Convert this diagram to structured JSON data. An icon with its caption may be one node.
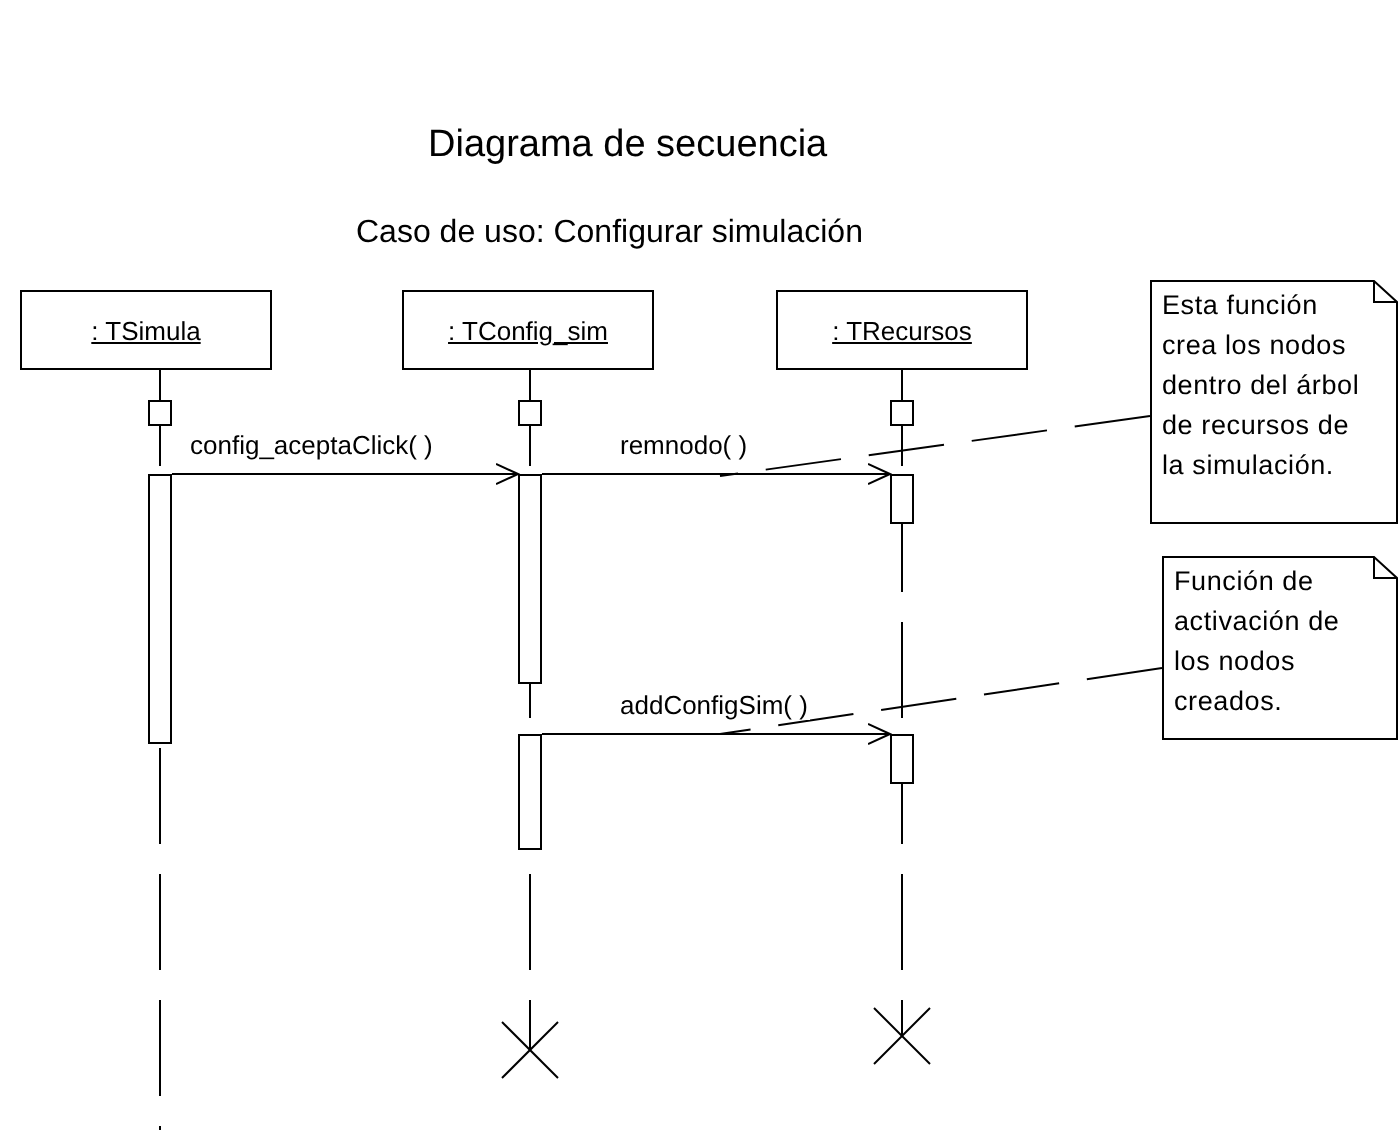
{
  "diagram": {
    "title": "Diagrama de secuencia",
    "nodes": [
      {
        "text": [
          ": TSimula"
        ]
      },
      {
        "text": [
          ": TConfig_sim"
        ]
      },
      {
        "text": [
          ": TRecursos"
        ]
      },
      {
        "text": [
          "Esta función crea los nodos dentro del árbol de recursos de la simulación."
        ]
      },
      {
        "text": [],
        "shape": "bar"
      },
      {
        "text": [],
        "shape": "bar"
      },
      {
        "text": [],
        "shape": "bar"
      },
      {
        "text": [],
        "shape": "bar"
      },
      {
        "text": [],
        "shape": "bar"
      },
      {
        "text": [],
        "shape": "bar"
      },
      {
        "text": [
          "Función de activación de los nodos creados."
        ]
      },
      {
        "text": [],
        "shape": "bar"
      },
      {
        "text": [],
        "shape": "bar"
      }
    ],
    "edges": [
      {
        "from": 7,
        "to": 8,
        "arrow": "to",
        "label": "config_aceptaClick( )"
      },
      {
        "from": 8,
        "to": 9,
        "arrow": "to",
        "label": "remnodo( )"
      },
      {
        "from": 11,
        "to": 12,
        "arrow": "to",
        "label": "addConfigSim( )"
      },
      {
        "from": 3,
        "to": null,
        "arrow": "none",
        "style": "dashed"
      },
      {
        "from": 10,
        "to": null,
        "arrow": "none",
        "style": "dashed"
      }
    ],
    "labels": [
      "Caso de uso: Configurar simulación"
    ]
  }
}
